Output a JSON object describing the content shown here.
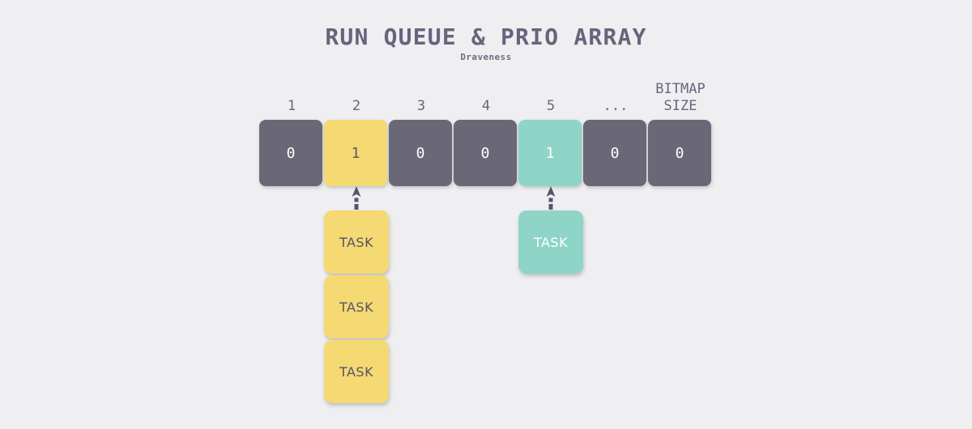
{
  "diagram": {
    "title": "RUN QUEUE & PRIO ARRAY",
    "subtitle": "Draveness"
  },
  "colors": {
    "background": "#efeff1",
    "gray": "#6a6877",
    "yellow": "#f5d972",
    "teal": "#8fd5c7",
    "text_dark": "#67657c",
    "text_light": "#ffffff",
    "arrow": "#57556a"
  },
  "bitmap": {
    "headers": [
      {
        "lines": [
          "1"
        ]
      },
      {
        "lines": [
          "2"
        ]
      },
      {
        "lines": [
          "3"
        ]
      },
      {
        "lines": [
          "4"
        ]
      },
      {
        "lines": [
          "5"
        ]
      },
      {
        "lines": [
          "..."
        ]
      },
      {
        "lines": [
          "BITMAP",
          "SIZE"
        ]
      }
    ],
    "cells": [
      {
        "value": "0",
        "color": "gray"
      },
      {
        "value": "1",
        "color": "yellow"
      },
      {
        "value": "0",
        "color": "gray"
      },
      {
        "value": "0",
        "color": "gray"
      },
      {
        "value": "1",
        "color": "teal"
      },
      {
        "value": "0",
        "color": "gray"
      },
      {
        "value": "0",
        "color": "gray"
      }
    ]
  },
  "queues": [
    {
      "index": 1,
      "color": "yellow",
      "tasks": [
        {
          "label": "TASK"
        },
        {
          "label": "TASK"
        },
        {
          "label": "TASK"
        }
      ]
    },
    {
      "index": 4,
      "color": "teal",
      "tasks": [
        {
          "label": "TASK"
        }
      ]
    }
  ]
}
